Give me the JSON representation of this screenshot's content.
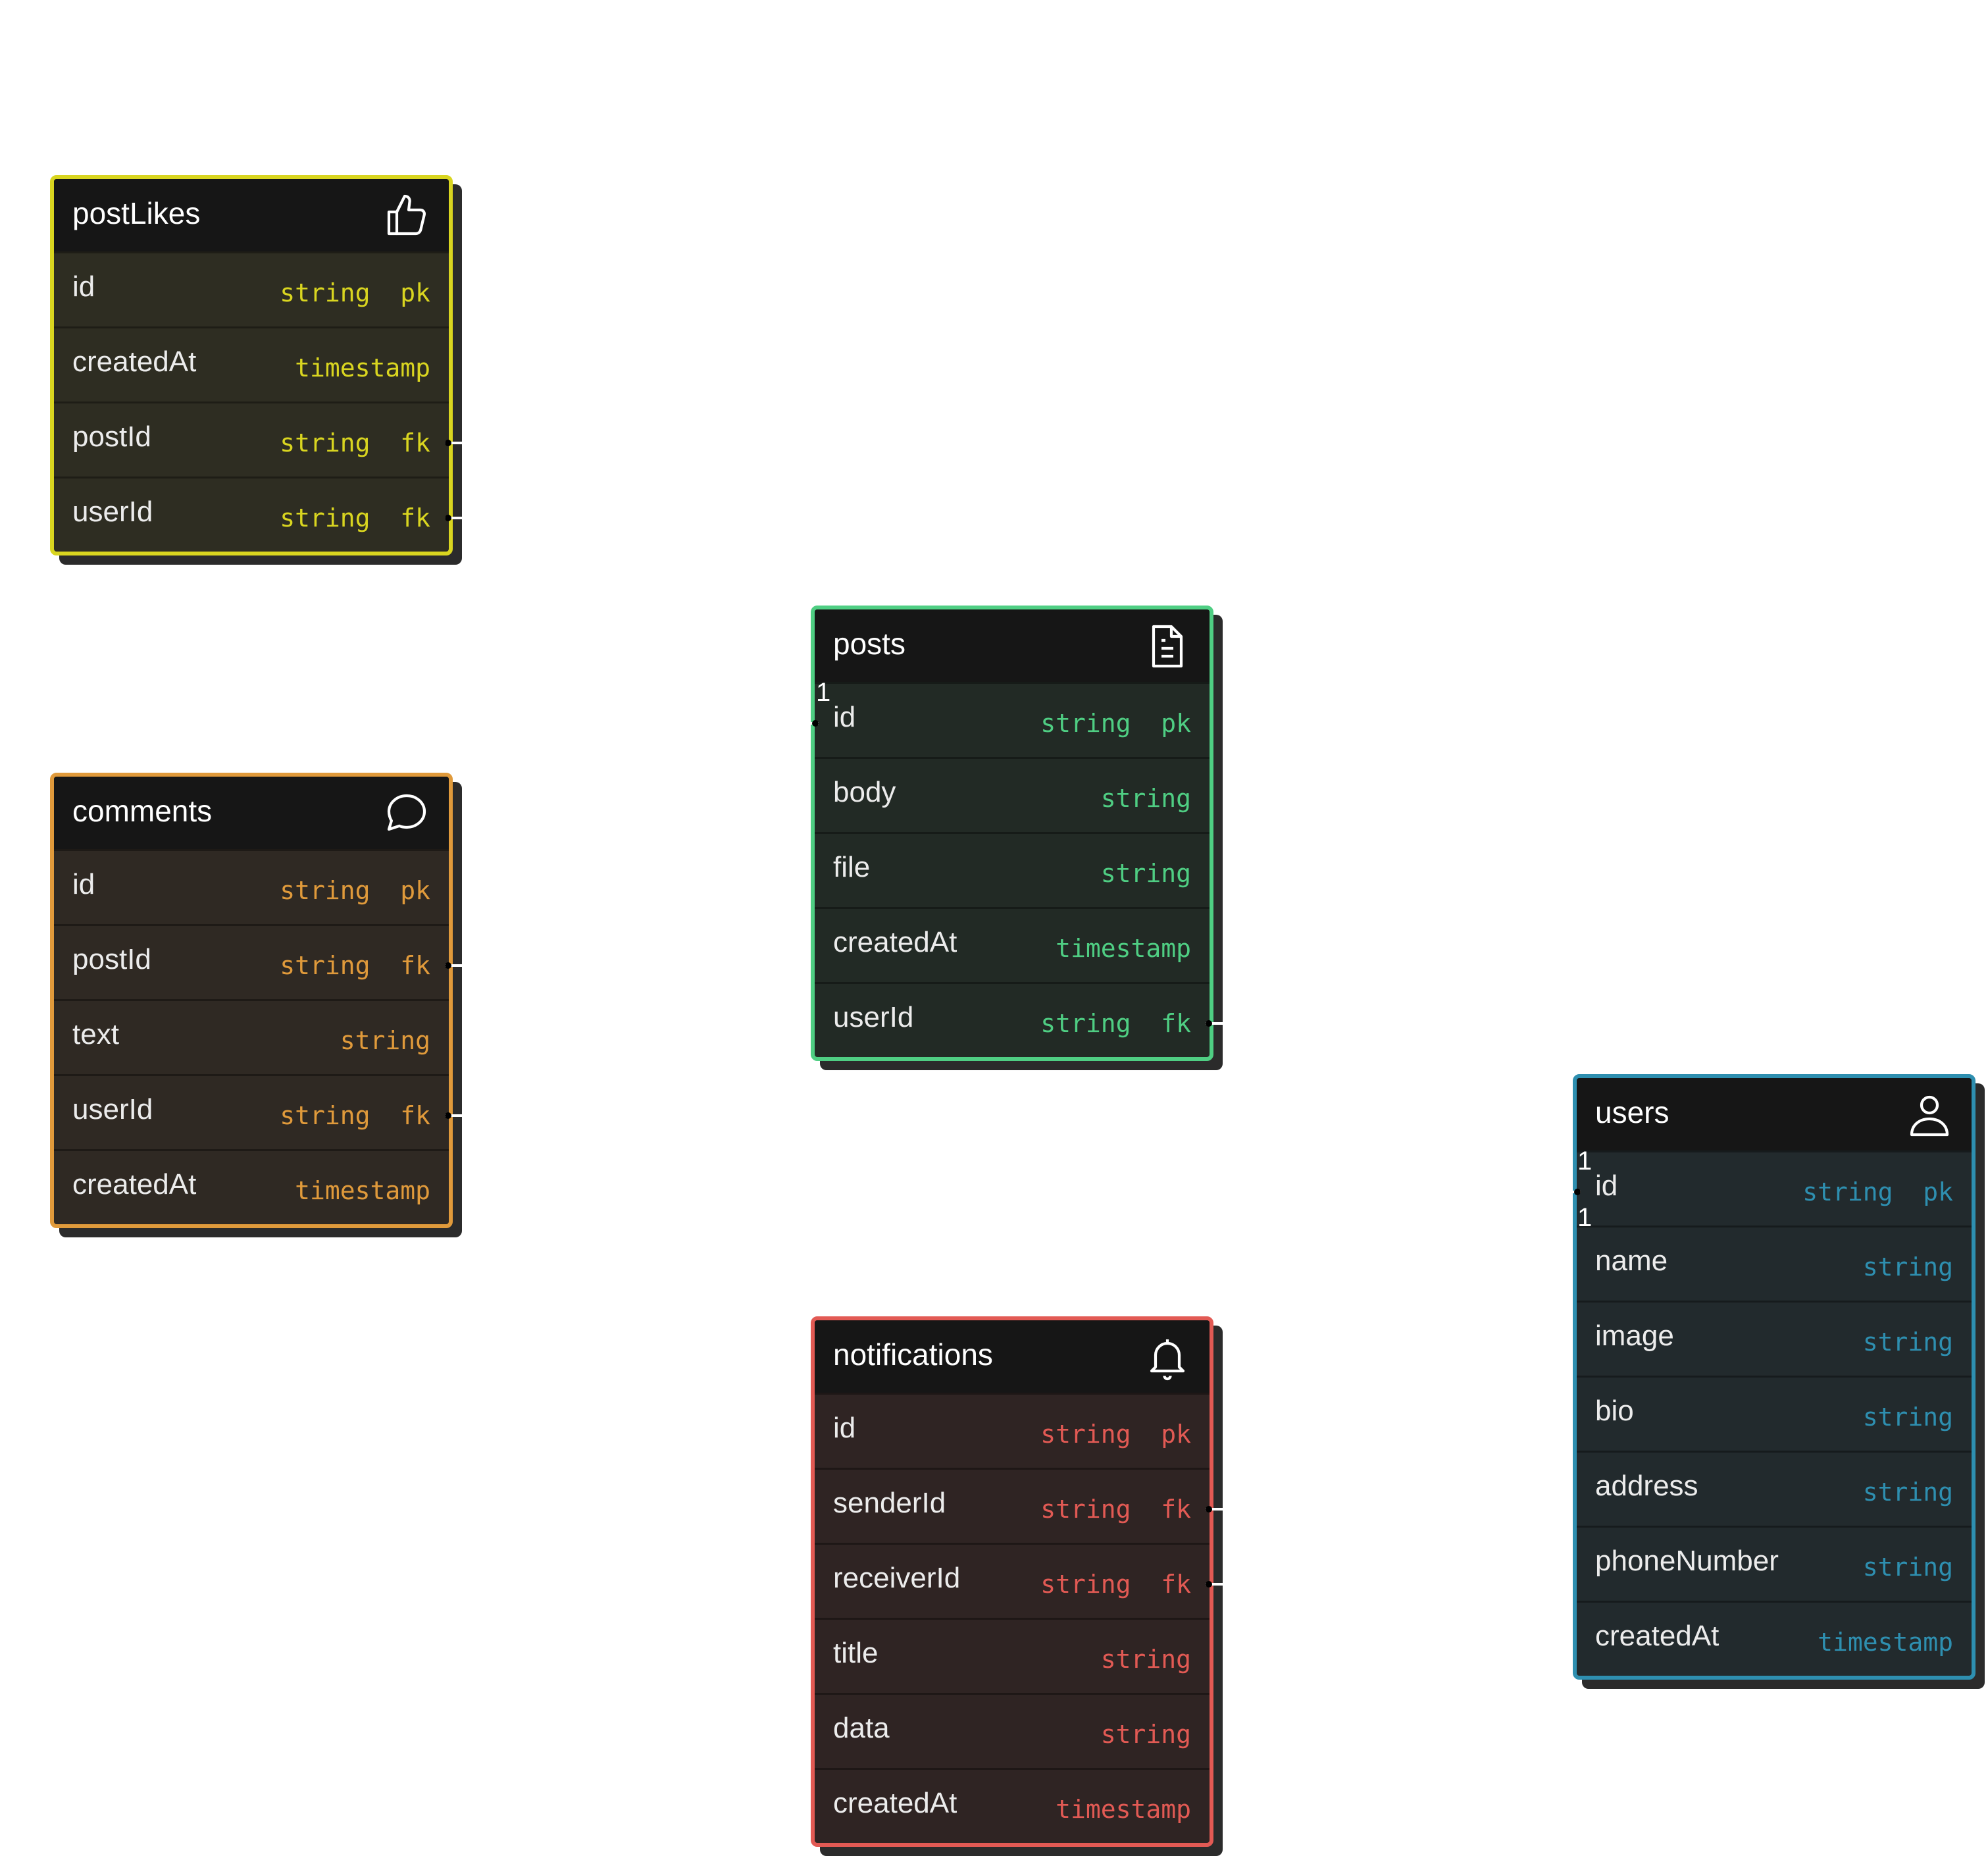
{
  "tables": [
    {
      "key": "postLikes",
      "title": "postLikes",
      "icon": "thumbs-up-icon",
      "color": "#d9d520",
      "bg": "#2e2d22",
      "rows": [
        {
          "name": "id",
          "type": "string",
          "key": "pk"
        },
        {
          "name": "createdAt",
          "type": "timestamp",
          "key": ""
        },
        {
          "name": "postId",
          "type": "string",
          "key": "fk"
        },
        {
          "name": "userId",
          "type": "string",
          "key": "fk"
        }
      ]
    },
    {
      "key": "comments",
      "title": "comments",
      "icon": "speech-bubble-icon",
      "color": "#e09a3b",
      "bg": "#2f2923",
      "rows": [
        {
          "name": "id",
          "type": "string",
          "key": "pk"
        },
        {
          "name": "postId",
          "type": "string",
          "key": "fk"
        },
        {
          "name": "text",
          "type": "string",
          "key": ""
        },
        {
          "name": "userId",
          "type": "string",
          "key": "fk"
        },
        {
          "name": "createdAt",
          "type": "timestamp",
          "key": ""
        }
      ]
    },
    {
      "key": "posts",
      "title": "posts",
      "icon": "document-icon",
      "color": "#4fce83",
      "bg": "#222a25",
      "rows": [
        {
          "name": "id",
          "type": "string",
          "key": "pk"
        },
        {
          "name": "body",
          "type": "string",
          "key": ""
        },
        {
          "name": "file",
          "type": "string",
          "key": ""
        },
        {
          "name": "createdAt",
          "type": "timestamp",
          "key": ""
        },
        {
          "name": "userId",
          "type": "string",
          "key": "fk"
        }
      ]
    },
    {
      "key": "notifications",
      "title": "notifications",
      "icon": "bell-icon",
      "color": "#e25a54",
      "bg": "#2f2423",
      "rows": [
        {
          "name": "id",
          "type": "string",
          "key": "pk"
        },
        {
          "name": "senderId",
          "type": "string",
          "key": "fk"
        },
        {
          "name": "receiverId",
          "type": "string",
          "key": "fk"
        },
        {
          "name": "title",
          "type": "string",
          "key": ""
        },
        {
          "name": "data",
          "type": "string",
          "key": ""
        },
        {
          "name": "createdAt",
          "type": "timestamp",
          "key": ""
        }
      ]
    },
    {
      "key": "users",
      "title": "users",
      "icon": "user-icon",
      "color": "#2e8fb0",
      "bg": "#222a2d",
      "rows": [
        {
          "name": "id",
          "type": "string",
          "key": "pk"
        },
        {
          "name": "name",
          "type": "string",
          "key": ""
        },
        {
          "name": "image",
          "type": "string",
          "key": ""
        },
        {
          "name": "bio",
          "type": "string",
          "key": ""
        },
        {
          "name": "address",
          "type": "string",
          "key": ""
        },
        {
          "name": "phoneNumber",
          "type": "string",
          "key": ""
        },
        {
          "name": "createdAt",
          "type": "timestamp",
          "key": ""
        }
      ]
    }
  ],
  "relationship_labels": {
    "posts_id_one": "1",
    "users_id_one_top": "1",
    "users_id_one_bottom": "1"
  }
}
